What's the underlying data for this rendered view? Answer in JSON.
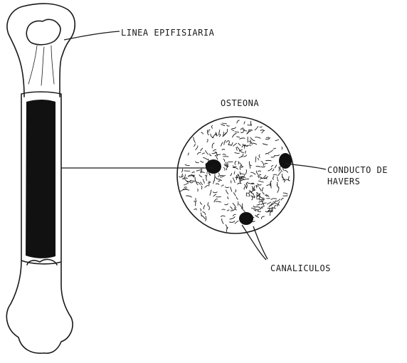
{
  "labels": {
    "epiphyseal_line": "LINEA EPIFISIARIA",
    "osteon": "OSTEONA",
    "haversian_canal_line1": "CONDUCTO DE",
    "haversian_canal_line2": "HAVERS",
    "canaliculi": "CANALICULOS"
  },
  "colors": {
    "ink": "#1a1a1a",
    "paper": "#ffffff"
  }
}
